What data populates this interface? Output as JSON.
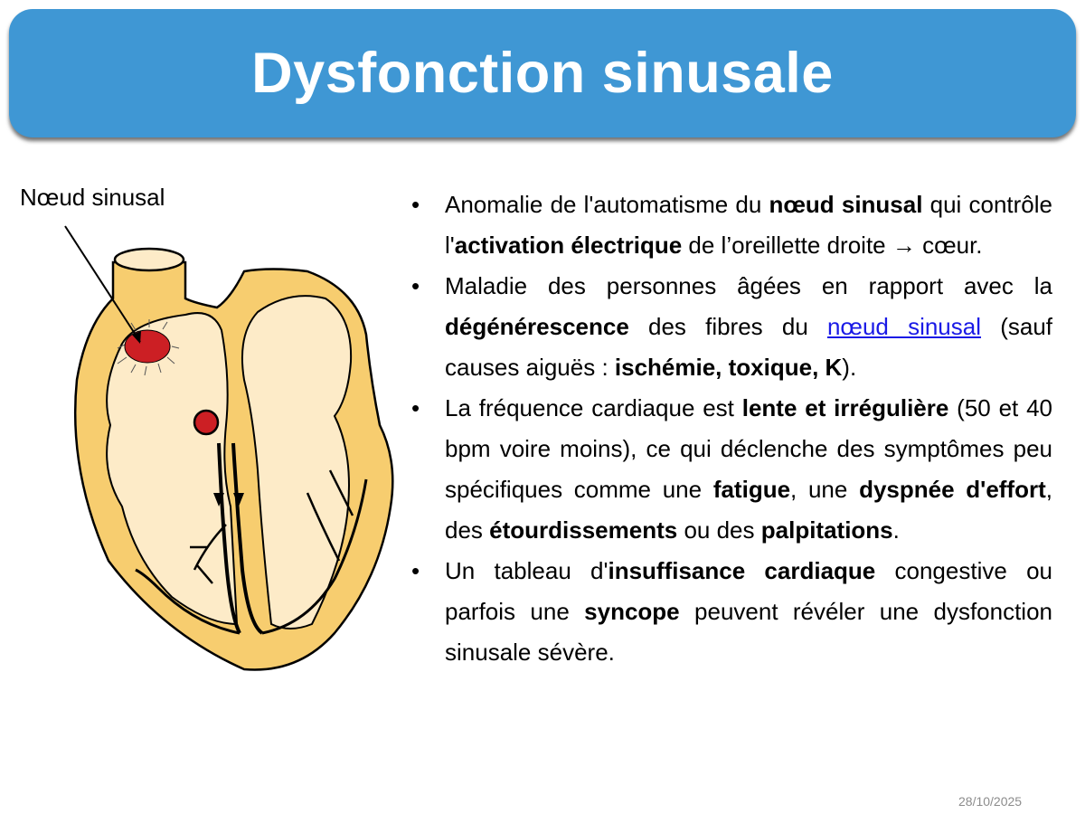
{
  "title": "Dysfonction sinusale",
  "figure": {
    "label": "Nœud sinusal"
  },
  "bullet_char": "•",
  "bullets": [
    [
      {
        "t": "Anomalie de l'automatisme du "
      },
      {
        "t": "nœud sinusal",
        "b": true
      },
      {
        "t": " qui contrôle l'"
      },
      {
        "t": "activation électrique",
        "b": true
      },
      {
        "t": " de l’oreillette droite → cœur."
      }
    ],
    [
      {
        "t": "Maladie des personnes âgées en rapport avec la "
      },
      {
        "t": "dégénérescence",
        "b": true
      },
      {
        "t": " des fibres du "
      },
      {
        "t": "nœud sinusal",
        "link": true
      },
      {
        "t": " (sauf causes aiguës : "
      },
      {
        "t": "ischémie, toxique, K",
        "b": true
      },
      {
        "t": ")."
      }
    ],
    [
      {
        "t": "La fréquence cardiaque est "
      },
      {
        "t": "lente et irrégulière",
        "b": true
      },
      {
        "t": " (50 et 40 bpm voire moins), ce qui déclenche des symptômes peu spécifiques comme une "
      },
      {
        "t": "fatigue",
        "b": true
      },
      {
        "t": ", une "
      },
      {
        "t": "dyspnée d'effort",
        "b": true
      },
      {
        "t": ", des "
      },
      {
        "t": "étourdissements",
        "b": true
      },
      {
        "t": " ou des "
      },
      {
        "t": "palpitations",
        "b": true
      },
      {
        "t": "."
      }
    ],
    [
      {
        "t": "Un tableau d'"
      },
      {
        "t": "insuffisance cardiaque",
        "b": true
      },
      {
        "t": " congestive ou parfois une "
      },
      {
        "t": "syncope",
        "b": true
      },
      {
        "t": " peuvent révéler une dysfonction sinusale sévère."
      }
    ]
  ],
  "footer": {
    "date": "28/10/2025"
  },
  "colors": {
    "header": "#3f97d4",
    "link": "#1a1ae6",
    "heart_wall": "#f7cd6f",
    "heart_inner": "#fdebc8",
    "node": "#cc1f24"
  }
}
